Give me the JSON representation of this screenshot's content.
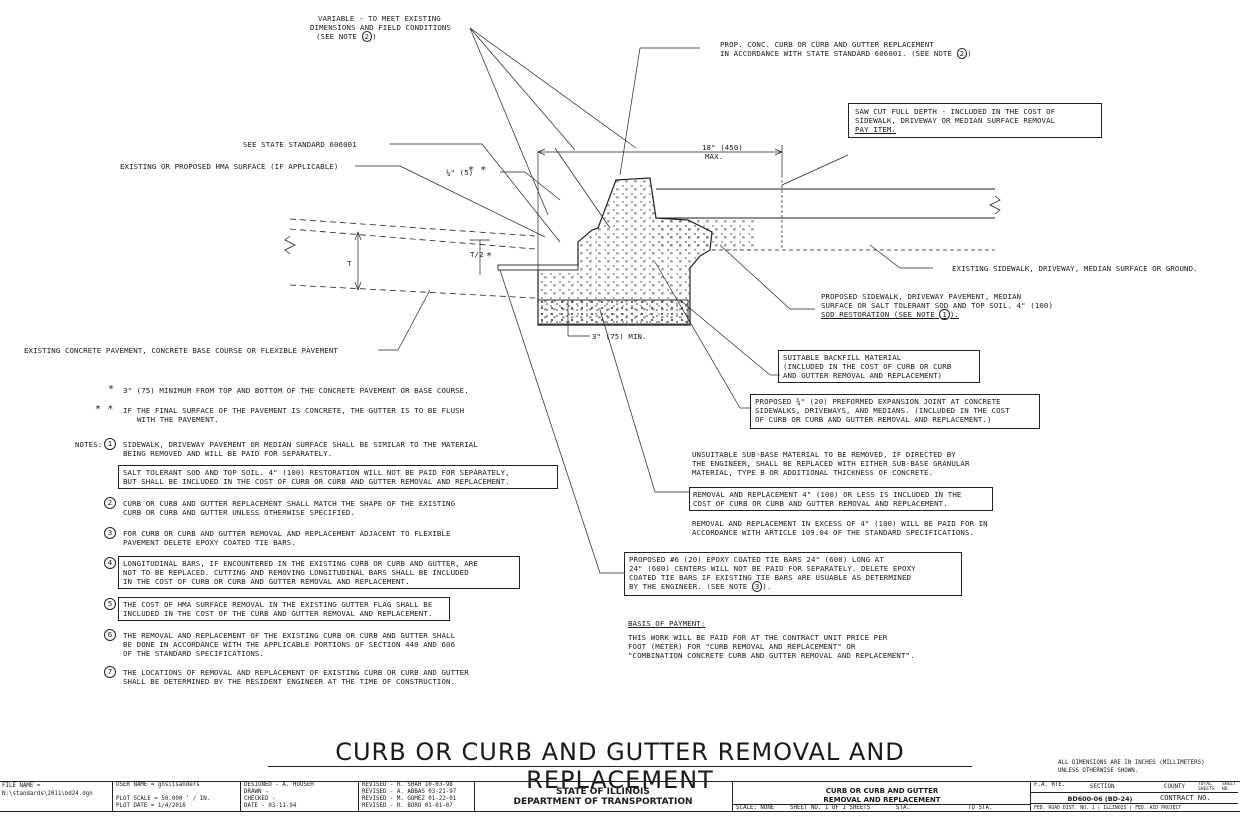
{
  "title": "CURB OR CURB AND GUTTER REMOVAL AND REPLACEMENT",
  "callouts": {
    "variable": [
      "VARIABLE - TO MEET EXISTING",
      "DIMENSIONS AND FIELD CONDITIONS",
      "(SEE NOTE"
    ],
    "variable_note_num": "2",
    "prop_conc": [
      "PROP. CONC. CURB OR CURB AND GUTTER REPLACEMENT",
      "IN ACCORDANCE WITH STATE STANDARD 606001. (SEE NOTE"
    ],
    "prop_conc_note_num": "2",
    "saw_cut": [
      "SAW CUT FULL DEPTH - INCLUDED IN THE COST OF",
      "SIDEWALK, DRIVEWAY OR MEDIAN SURFACE REMOVAL",
      "PAY ITEM."
    ],
    "see_state": "SEE STATE STANDARD 606001",
    "existing_hma": "EXISTING OR PROPOSED HMA SURFACE (IF APPLICABLE)",
    "quarter_in": "¼\" (5)",
    "double_star": "* *",
    "dim_18": "18\" (450)",
    "dim_max": "MAX.",
    "half_t": "T/2",
    "single_star": "*",
    "t_label": "T",
    "existing_sidewalk": "EXISTING SIDEWALK, DRIVEWAY, MEDIAN SURFACE OR GROUND.",
    "proposed_sidewalk": [
      "PROPOSED SIDEWALK, DRIVEWAY PAVEMENT, MEDIAN",
      "SURFACE OR SALT TOLERANT SOD AND TOP SOIL. 4\" (100)",
      "SOD RESTORATION (SEE NOTE"
    ],
    "proposed_sidewalk_note_num": "1",
    "existing_concrete": "EXISTING CONCRETE PAVEMENT, CONCRETE BASE COURSE OR FLEXIBLE PAVEMENT",
    "three_min": "3\" (75) MIN.",
    "backfill": [
      "SUITABLE BACKFILL MATERIAL",
      "(INCLUDED IN THE COST OF CURB OR CURB",
      "AND GUTTER REMOVAL AND REPLACEMENT)"
    ],
    "expansion": [
      "PROPOSED ¾\" (20) PREFORMED EXPANSION JOINT AT CONCRETE",
      "SIDEWALKS, DRIVEWAYS, AND MEDIANS. (INCLUDED IN THE COST",
      "OF CURB OR CURB AND GUTTER REMOVAL AND REPLACEMENT.)"
    ],
    "unsuitable": [
      "UNSUITABLE SUB-BASE MATERIAL TO BE REMOVED, IF DIRECTED BY",
      "THE ENGINEER, SHALL BE REPLACED WITH EITHER SUB-BASE GRANULAR",
      "MATERIAL, TYPE B OR ADDITIONAL THICKNESS OF CONCRETE."
    ],
    "removal_4": [
      "REMOVAL AND REPLACEMENT 4\" (100) OR LESS IS INCLUDED IN THE",
      "COST OF CURB OR CURB AND GUTTER REMOVAL AND REPLACEMENT."
    ],
    "removal_excess": [
      "REMOVAL AND REPLACEMENT IN EXCESS OF 4\" (100) WILL BE PAID FOR IN",
      "ACCORDANCE WITH ARTICLE 109.04 OF THE STANDARD SPECIFICATIONS."
    ],
    "tie_bars": [
      "PROPOSED #6 (20) EPOXY COATED TIE BARS 24\" (600) LONG AT",
      "24\" (600) CENTERS WILL NOT BE PAID FOR SEPARATELY. DELETE EPOXY",
      "COATED TIE BARS IF EXISTING TIE BARS ARE USUABLE AS DETERMINED",
      "BY THE ENGINEER. (SEE NOTE"
    ],
    "tie_bars_note_num": "3",
    "basis_title": "BASIS OF PAYMENT:",
    "basis": [
      "THIS WORK WILL BE PAID FOR AT THE CONTRACT UNIT PRICE PER",
      "FOOT (METER) FOR \"CURB REMOVAL AND REPLACEMENT\" OR",
      "\"COMBINATION CONCRETE CURB AND GUTTER REMOVAL AND REPLACEMENT\"."
    ]
  },
  "notes": {
    "star1": "3\" (75) MINIMUM FROM TOP AND BOTTOM OF THE CONCRETE PAVEMENT OR BASE COURSE.",
    "star2": [
      "IF THE FINAL SURFACE OF THE PAVEMENT IS CONCRETE, THE GUTTER IS TO BE FLUSH",
      "WITH THE PAVEMENT."
    ],
    "notes_label": "NOTES:",
    "n1_num": "1",
    "n1": [
      "SIDEWALK, DRIVEWAY PAVEMENT OR MEDIAN SURFACE SHALL BE SIMILAR TO THE MATERIAL",
      "BEING REMOVED AND WILL BE PAID FOR SEPARATELY."
    ],
    "n1_box": [
      "SALT TOLERANT SOD AND TOP SOIL. 4\" (100) RESTORATION WILL NOT BE PAID FOR SEPARATELY,",
      "BUT SHALL BE INCLUDED IN THE COST OF CURB OR CURB AND GUTTER REMOVAL AND REPLACEMENT."
    ],
    "n2_num": "2",
    "n2": [
      "CURB OR CURB AND GUTTER REPLACEMENT SHALL MATCH THE SHAPE OF THE EXISTING",
      "CURB OR CURB AND GUTTER UNLESS OTHERWISE SPECIFIED."
    ],
    "n3_num": "3",
    "n3": [
      "FOR CURB OR CURB AND GUTTER REMOVAL AND REPLACEMENT ADJACENT TO FLEXIBLE",
      "PAVEMENT DELETE EPOXY COATED TIE BARS."
    ],
    "n4_num": "4",
    "n4": [
      "LONGITUDINAL BARS, IF ENCOUNTERED IN THE EXISTING CURB OR CURB AND GUTTER, ARE",
      "NOT TO BE REPLACED. CUTTING AND REMOVING LONGITUDINAL BARS SHALL BE INCLUDED",
      "IN THE COST OF CURB OR CURB AND GUTTER REMOVAL AND REPLACEMENT."
    ],
    "n5_num": "5",
    "n5": [
      "THE COST OF HMA SURFACE REMOVAL IN THE EXISTING GUTTER FLAG SHALL BE",
      "INCLUDED IN THE COST OF THE CURB AND GUTTER REMOVAL AND REPLACEMENT."
    ],
    "n6_num": "6",
    "n6": [
      "THE REMOVAL AND REPLACEMENT OF THE EXISTING CURB OR CURB AND GUTTER SHALL",
      "BE DONE IN ACCORDANCE WITH THE APPLICABLE PORTIONS OF SECTION 440 AND 606",
      "OF THE STANDARD SPECIFICATIONS."
    ],
    "n7_num": "7",
    "n7": [
      "THE LOCATIONS OF REMOVAL AND REPLACEMENT OF EXISTING CURB OR CURB AND GUTTER",
      "SHALL BE DETERMINED BY THE RESIDENT ENGINEER AT THE TIME OF CONSTRUCTION."
    ]
  },
  "dimensions_note": [
    "ALL DIMENSIONS ARE IN INCHES (MILLIMETERS)",
    "UNLESS OTHERWISE SHOWN."
  ],
  "title_block": {
    "file_name_label": "FILE NAME =",
    "file_name": "N:\\standards\\2011\\bd24.dgn",
    "user_name": "USER NAME = gnslisanders",
    "plot_scale": "PLOT SCALE = 50.000 ' / IN.",
    "plot_date": "PLOT DATE = 1/4/2016",
    "designed": "DESIGNED  -  A. HOUSEH",
    "drawn": "DRAWN  -",
    "checked": "CHECKED  -",
    "date": "DATE  -  03-11-94",
    "revised": [
      "REVISED  -  R. SHAH 10-03-98",
      "REVISED  -  A. ABBAS 03-21-97",
      "REVISED  -  M. GOMEZ 01-22-01",
      "REVISED  -  R. BORO 01-01-07"
    ],
    "agency_1": "STATE OF ILLINOIS",
    "agency_2": "DEPARTMENT OF TRANSPORTATION",
    "sheet_title_1": "CURB OR CURB AND GUTTER",
    "sheet_title_2": "REMOVAL AND REPLACEMENT",
    "scale": "SCALE: NONE",
    "sheet_no": "SHEET NO. 1  OF 1  SHEETS",
    "sta": "STA.",
    "to_sta": "TO STA.",
    "fa_rte": "F.A. RTE.",
    "section": "SECTION",
    "county": "COUNTY",
    "total_sheets": "TOTAL SHEETS",
    "sheet_no_col": "SHEET NO.",
    "std_no": "BD600-06 (BD-24)",
    "contract_no": "CONTRACT NO.",
    "footer": "FED. ROAD DIST. NO. 1 | ILLINOIS | FED. AID PROJECT"
  }
}
